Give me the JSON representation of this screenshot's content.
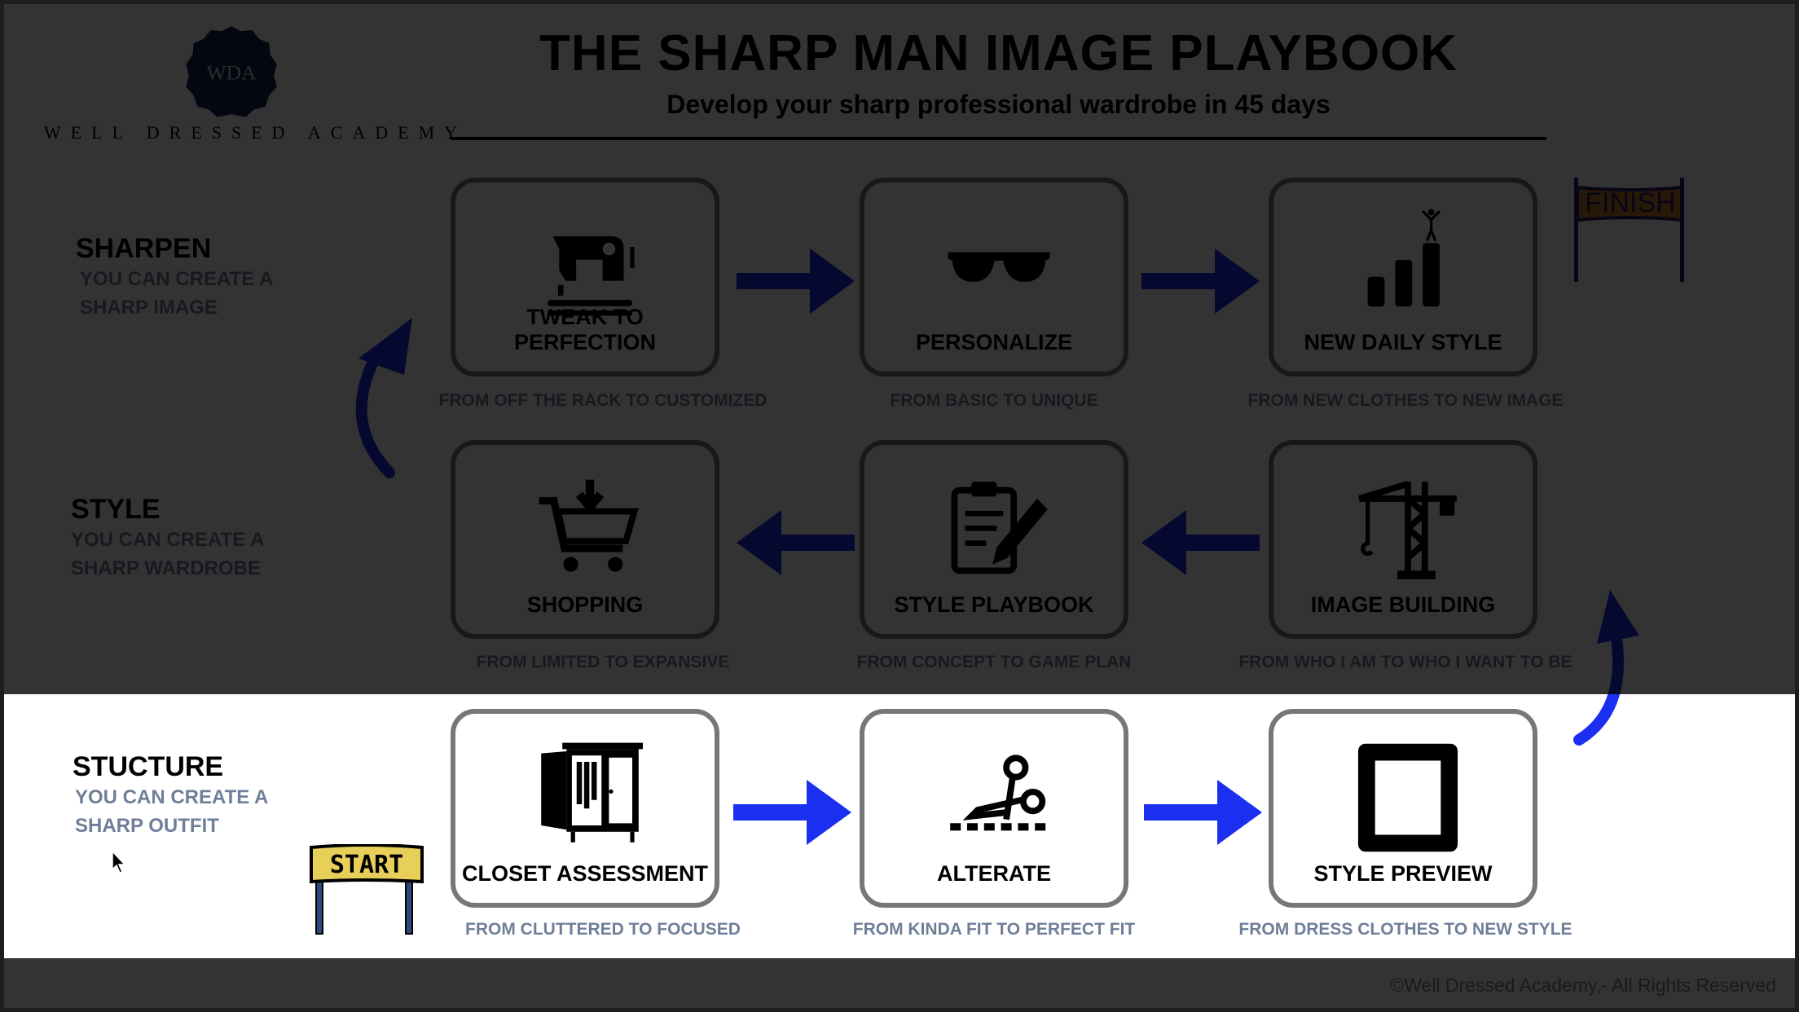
{
  "logo": {
    "monogram": "WDA",
    "name": "WELL DRESSED ACADEMY"
  },
  "header": {
    "title": "THE SHARP MAN IMAGE PLAYBOOK",
    "subtitle": "Develop your sharp professional wardrobe in 45 days"
  },
  "sections": [
    {
      "heading": "SHARPEN",
      "line1": "YOU CAN CREATE A",
      "line2": "SHARP IMAGE"
    },
    {
      "heading": "STYLE",
      "line1": "YOU CAN CREATE A",
      "line2": "SHARP WARDROBE"
    },
    {
      "heading": "STUCTURE",
      "line1": "YOU CAN CREATE A",
      "line2": "SHARP OUTFIT"
    }
  ],
  "steps": {
    "tweak": {
      "label": "TWEAK TO PERFECTION",
      "caption": "FROM OFF THE RACK TO CUSTOMIZED",
      "icon": "sewing-machine-icon"
    },
    "personalize": {
      "label": "PERSONALIZE",
      "caption": "FROM BASIC TO UNIQUE",
      "icon": "sunglasses-icon"
    },
    "daily": {
      "label": "NEW DAILY STYLE",
      "caption": "FROM NEW CLOTHES TO NEW IMAGE",
      "icon": "podium-icon"
    },
    "shopping": {
      "label": "SHOPPING",
      "caption": "FROM LIMITED TO EXPANSIVE",
      "icon": "cart-icon"
    },
    "playbook": {
      "label": "STYLE PLAYBOOK",
      "caption": "FROM CONCEPT TO GAME PLAN",
      "icon": "clipboard-icon"
    },
    "building": {
      "label": "IMAGE BUILDING",
      "caption": "FROM WHO I AM TO WHO I WANT TO BE",
      "icon": "crane-icon"
    },
    "closet": {
      "label": "CLOSET ASSESSMENT",
      "caption": "FROM CLUTTERED TO FOCUSED",
      "icon": "wardrobe-icon"
    },
    "alterate": {
      "label": "ALTERATE",
      "caption": "FROM KINDA FIT TO PERFECT FIT",
      "icon": "scissors-icon"
    },
    "preview": {
      "label": "STYLE PREVIEW",
      "caption": "FROM DRESS CLOTHES TO NEW STYLE",
      "icon": "stamp-frame-icon"
    }
  },
  "signs": {
    "start": "START",
    "finish": "FINISH"
  },
  "colors": {
    "arrow": "#1a2ff0",
    "caption": "#6f7f99",
    "start_sign": "#e8cf5a",
    "finish_sign": "#c9782c"
  },
  "footer": "©Well Dressed Academy,- All Rights Reserved"
}
